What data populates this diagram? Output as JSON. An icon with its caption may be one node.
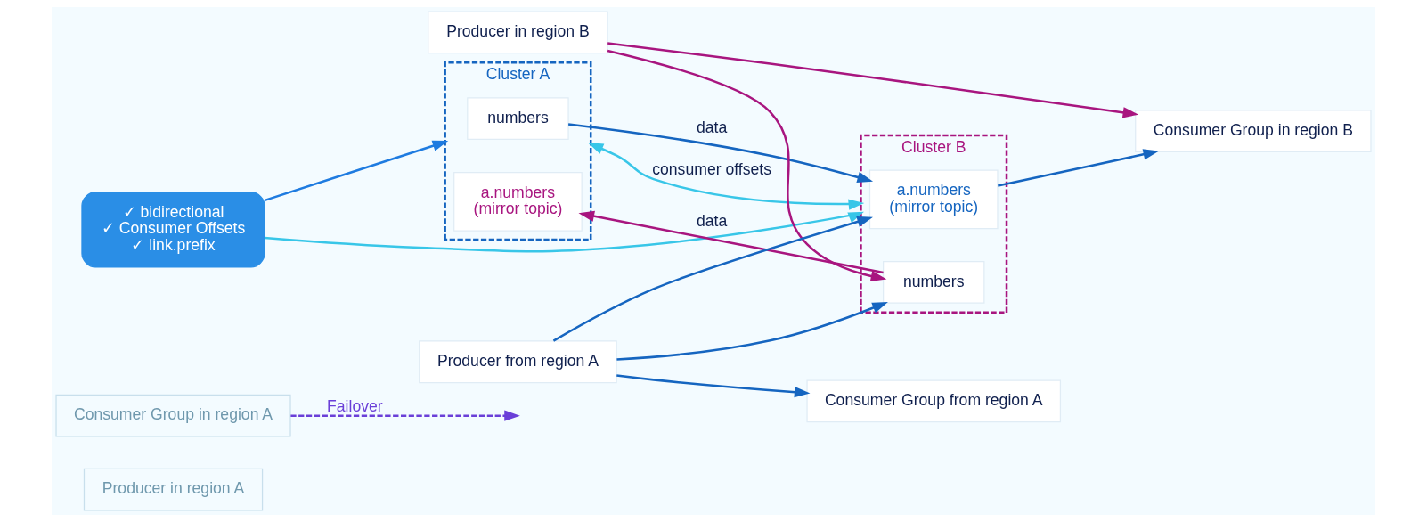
{
  "diagram": {
    "nodes": [
      {
        "text": [
          "Producer in region A"
        ]
      },
      {
        "text": [
          "Consumer Group in region A"
        ]
      },
      {
        "text": [
          "Cluster A"
        ]
      },
      {
        "text": [
          "numbers"
        ],
        "in": 2
      },
      {
        "text": [
          "a.numbers",
          "(mirror topic)"
        ],
        "in": 2
      },
      {
        "text": [
          "✓ bidirectional",
          "✓ Consumer Offsets",
          "✓ link.prefix"
        ]
      },
      {
        "text": [
          "Cluster B"
        ]
      },
      {
        "text": [
          "a.numbers",
          "(mirror topic)"
        ],
        "in": 6
      },
      {
        "text": [
          "numbers"
        ],
        "in": 6
      },
      {
        "text": [
          "Consumer Group in region B"
        ]
      },
      {
        "text": [
          "Producer in region B"
        ]
      },
      {
        "text": [
          "Producer from region A"
        ]
      },
      {
        "text": [
          "Consumer Group from region A"
        ]
      }
    ],
    "edges": [
      {
        "from": 5,
        "to": 2,
        "arrow": "to",
        "color": "#1e7be0"
      },
      {
        "from": 5,
        "to": 6,
        "arrow": "to",
        "color": "#38c6e8"
      },
      {
        "from": 3,
        "to": 7,
        "arrow": "to",
        "label": "data"
      },
      {
        "from": 2,
        "to": 6,
        "arrow": "both",
        "label": "consumer offsets",
        "color": "#38c6e8"
      },
      {
        "from": 8,
        "to": 4,
        "arrow": "to",
        "label": "data",
        "color": "#a8157f"
      },
      {
        "from": 7,
        "to": 9,
        "arrow": "to"
      },
      {
        "from": 10,
        "to": 9,
        "arrow": "to",
        "color": "#a8157f"
      },
      {
        "from": 10,
        "to": 8,
        "arrow": "to",
        "color": "#a8157f"
      },
      {
        "from": 11,
        "to": 7,
        "arrow": "to"
      },
      {
        "from": 11,
        "to": 8,
        "arrow": "to"
      },
      {
        "from": 11,
        "to": 12,
        "arrow": "to"
      },
      {
        "from": 1,
        "to": null,
        "arrow": "to",
        "label": "Failover",
        "style": "dashed",
        "color": "#6a3fd8"
      }
    ]
  }
}
